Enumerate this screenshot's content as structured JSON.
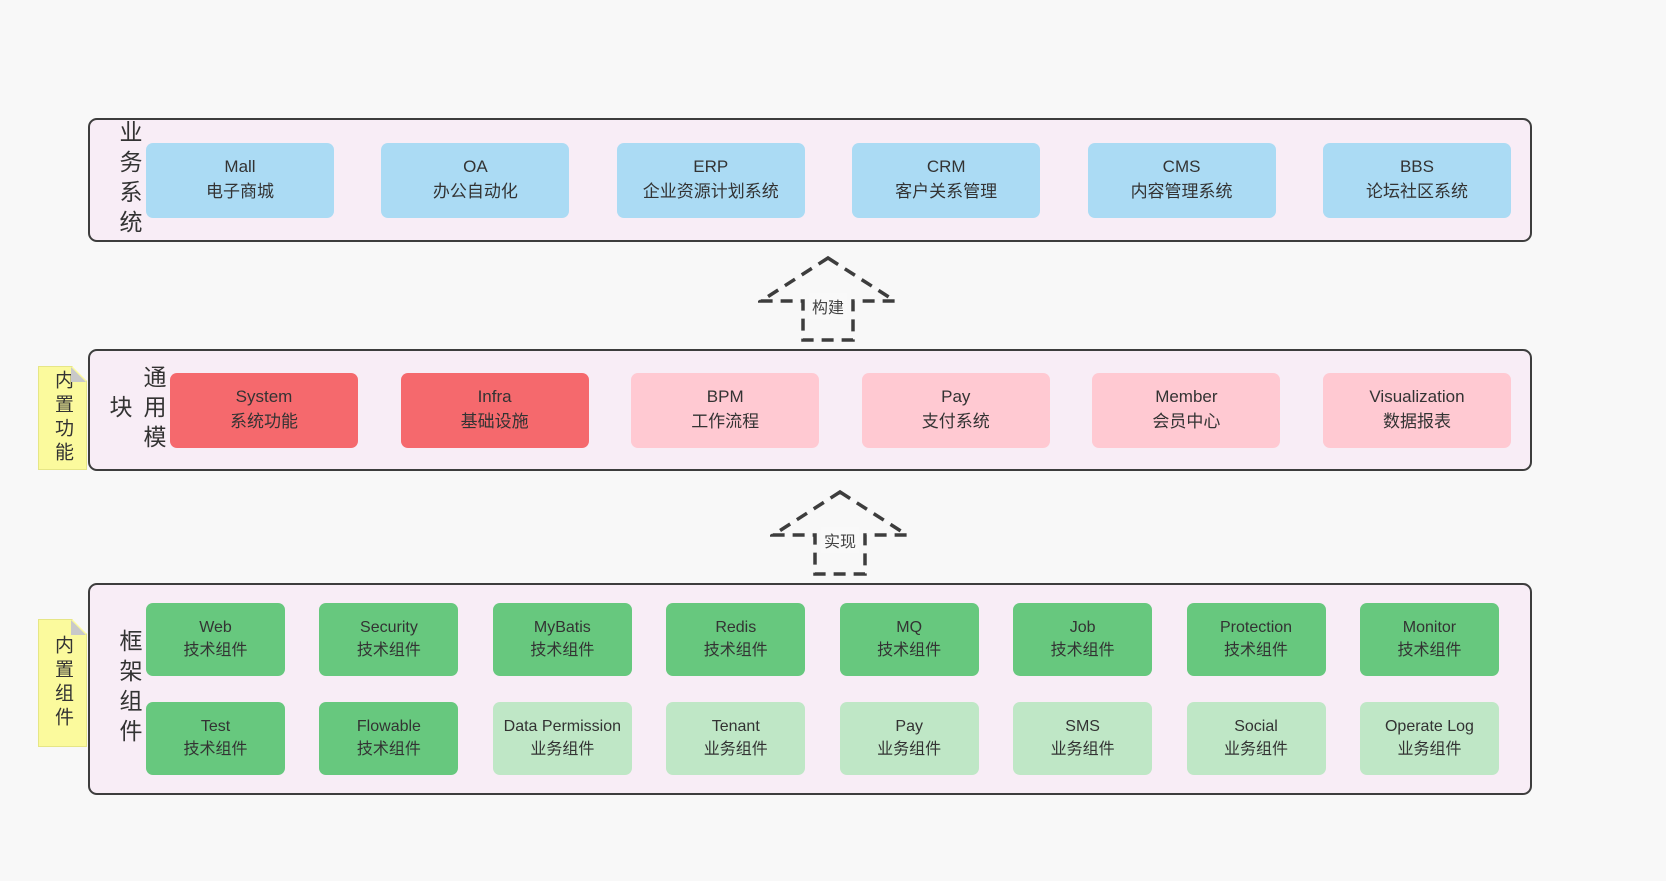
{
  "colors": {
    "page_bg": "#f8f8f8",
    "band_bg": "#f8edf6",
    "band_border": "#3d3d3d",
    "blue_box": "#abdbf4",
    "red_box": "#f5696d",
    "pink_box": "#ffc9d2",
    "green_box": "#67c87e",
    "green_light_box": "#bfe7c6",
    "sticky_bg": "#fbfa9d",
    "sticky_fold": "#c9c9c9"
  },
  "arrows": [
    {
      "label": "构建"
    },
    {
      "label": "实现"
    }
  ],
  "bands": [
    {
      "label": "业务系统",
      "boxes": [
        {
          "name": "Mall",
          "desc": "电子商城",
          "variant": "blue"
        },
        {
          "name": "OA",
          "desc": "办公自动化",
          "variant": "blue"
        },
        {
          "name": "ERP",
          "desc": "企业资源计划系统",
          "variant": "blue"
        },
        {
          "name": "CRM",
          "desc": "客户关系管理",
          "variant": "blue"
        },
        {
          "name": "CMS",
          "desc": "内容管理系统",
          "variant": "blue"
        },
        {
          "name": "BBS",
          "desc": "论坛社区系统",
          "variant": "blue"
        }
      ]
    },
    {
      "label": "通用模块",
      "sticky": "内置功能",
      "boxes": [
        {
          "name": "System",
          "desc": "系统功能",
          "variant": "red"
        },
        {
          "name": "Infra",
          "desc": "基础设施",
          "variant": "red"
        },
        {
          "name": "BPM",
          "desc": "工作流程",
          "variant": "pink"
        },
        {
          "name": "Pay",
          "desc": "支付系统",
          "variant": "pink"
        },
        {
          "name": "Member",
          "desc": "会员中心",
          "variant": "pink"
        },
        {
          "name": "Visualization",
          "desc": "数据报表",
          "variant": "pink"
        }
      ]
    },
    {
      "label": "框架组件",
      "sticky": "内置组件",
      "rows": [
        [
          {
            "name": "Web",
            "desc": "技术组件",
            "variant": "green"
          },
          {
            "name": "Security",
            "desc": "技术组件",
            "variant": "green"
          },
          {
            "name": "MyBatis",
            "desc": "技术组件",
            "variant": "green"
          },
          {
            "name": "Redis",
            "desc": "技术组件",
            "variant": "green"
          },
          {
            "name": "MQ",
            "desc": "技术组件",
            "variant": "green"
          },
          {
            "name": "Job",
            "desc": "技术组件",
            "variant": "green"
          },
          {
            "name": "Protection",
            "desc": "技术组件",
            "variant": "green"
          },
          {
            "name": "Monitor",
            "desc": "技术组件",
            "variant": "green"
          }
        ],
        [
          {
            "name": "Test",
            "desc": "技术组件",
            "variant": "green"
          },
          {
            "name": "Flowable",
            "desc": "技术组件",
            "variant": "green"
          },
          {
            "name": "Data Permission",
            "desc": "业务组件",
            "variant": "green-light"
          },
          {
            "name": "Tenant",
            "desc": "业务组件",
            "variant": "green-light"
          },
          {
            "name": "Pay",
            "desc": "业务组件",
            "variant": "green-light"
          },
          {
            "name": "SMS",
            "desc": "业务组件",
            "variant": "green-light"
          },
          {
            "name": "Social",
            "desc": "业务组件",
            "variant": "green-light"
          },
          {
            "name": "Operate Log",
            "desc": "业务组件",
            "variant": "green-light"
          }
        ]
      ]
    }
  ]
}
